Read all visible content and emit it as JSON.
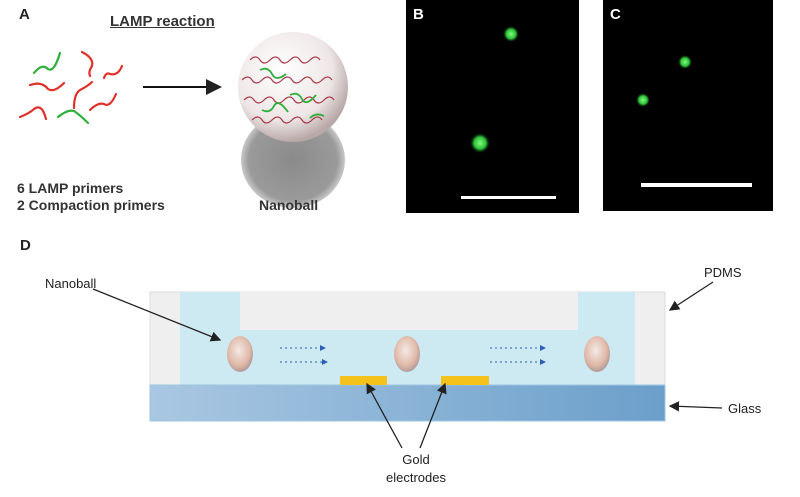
{
  "panels": {
    "a": "A",
    "b": "B",
    "c": "C",
    "d": "D"
  },
  "panel_a": {
    "title": "LAMP reaction",
    "primers_line1": "6 LAMP primers",
    "primers_line2": "2 Compaction primers",
    "product": "Nanoball"
  },
  "panel_d": {
    "nanoball": "Nanoball",
    "pdms": "PDMS",
    "glass": "Glass",
    "electrodes_line1": "Gold",
    "electrodes_line2": "electrodes"
  },
  "colors": {
    "primer_red": "#e0302a",
    "primer_green": "#2fae3a",
    "channel": "#cdeaf3",
    "pdms": "#efefef",
    "glass": "#7aa9d1",
    "gold": "#f5c21b",
    "fluor": "#3ddc4a"
  }
}
